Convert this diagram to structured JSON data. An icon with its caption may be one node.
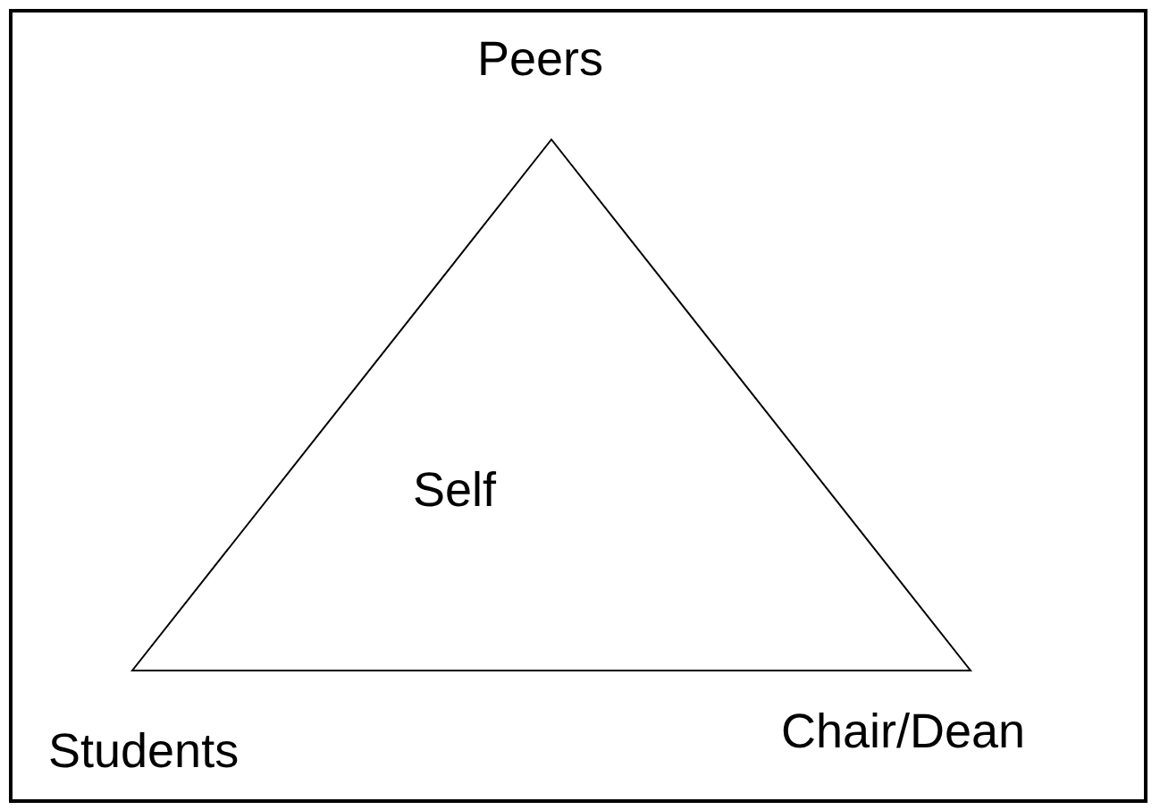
{
  "diagram": {
    "nodes": [
      {
        "text": [
          "Self"
        ],
        "beside": [
          "Peers",
          "Students",
          "Chair/Dean"
        ]
      }
    ]
  }
}
